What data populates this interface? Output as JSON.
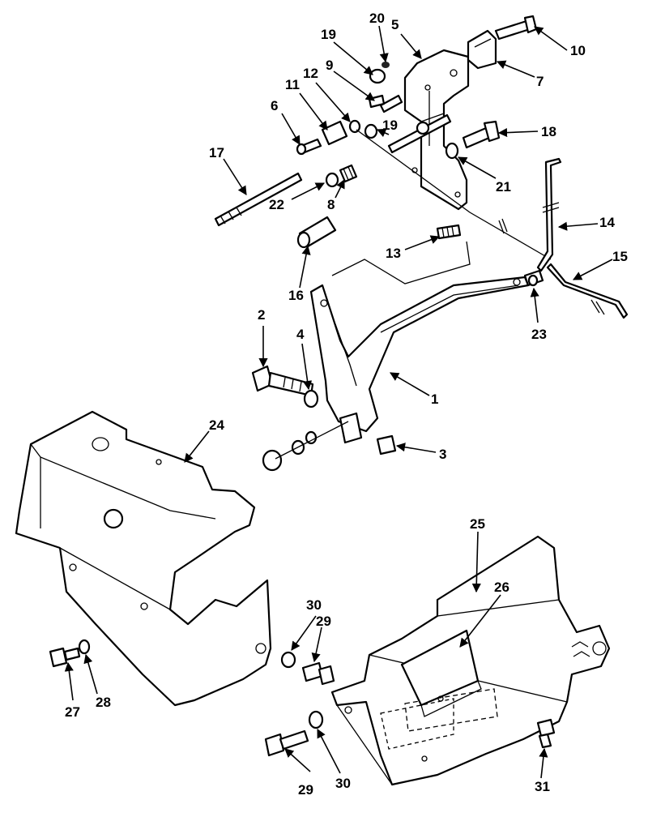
{
  "colors": {
    "ink": "#000000",
    "paper": "#ffffff"
  },
  "callouts": [
    {
      "id": "c1",
      "text": "1"
    },
    {
      "id": "c2",
      "text": "2"
    },
    {
      "id": "c3",
      "text": "3"
    },
    {
      "id": "c4",
      "text": "4"
    },
    {
      "id": "c5",
      "text": "5"
    },
    {
      "id": "c6",
      "text": "6"
    },
    {
      "id": "c7",
      "text": "7"
    },
    {
      "id": "c8",
      "text": "8"
    },
    {
      "id": "c9",
      "text": "9"
    },
    {
      "id": "c10",
      "text": "10"
    },
    {
      "id": "c11",
      "text": "11"
    },
    {
      "id": "c12",
      "text": "12"
    },
    {
      "id": "c13",
      "text": "13"
    },
    {
      "id": "c14",
      "text": "14"
    },
    {
      "id": "c15",
      "text": "15"
    },
    {
      "id": "c16",
      "text": "16"
    },
    {
      "id": "c17",
      "text": "17"
    },
    {
      "id": "c18",
      "text": "18"
    },
    {
      "id": "c19a",
      "text": "19"
    },
    {
      "id": "c19b",
      "text": "19"
    },
    {
      "id": "c20",
      "text": "20"
    },
    {
      "id": "c21",
      "text": "21"
    },
    {
      "id": "c22",
      "text": "22"
    },
    {
      "id": "c23",
      "text": "23"
    },
    {
      "id": "c24",
      "text": "24"
    },
    {
      "id": "c25",
      "text": "25"
    },
    {
      "id": "c26",
      "text": "26"
    },
    {
      "id": "c27",
      "text": "27"
    },
    {
      "id": "c28",
      "text": "28"
    },
    {
      "id": "c29a",
      "text": "29"
    },
    {
      "id": "c29b",
      "text": "29"
    },
    {
      "id": "c30a",
      "text": "30"
    },
    {
      "id": "c30b",
      "text": "30"
    },
    {
      "id": "c31",
      "text": "31"
    }
  ]
}
